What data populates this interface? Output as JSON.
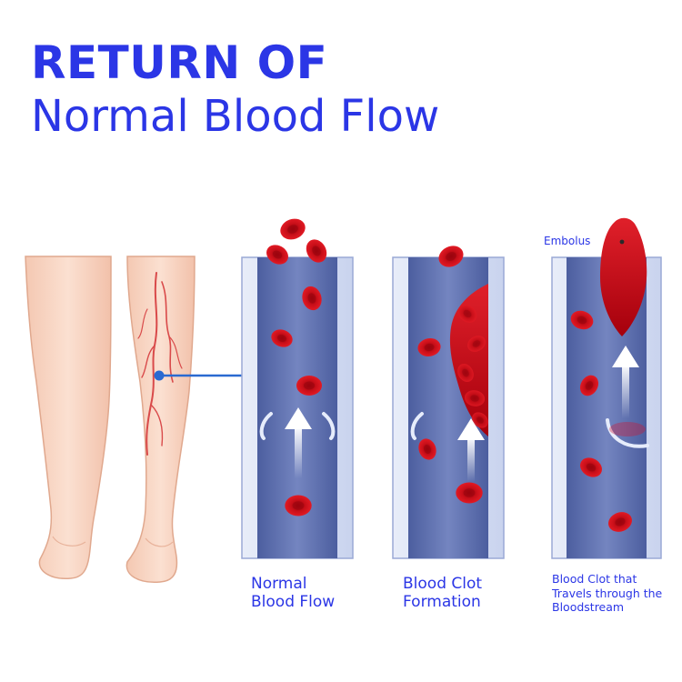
{
  "title": {
    "line1": "RETURN OF",
    "line2": "Normal Blood Flow"
  },
  "panels": [
    {
      "lines": [
        "Normal",
        "Blood Flow"
      ]
    },
    {
      "lines": [
        "Blood Clot",
        "Formation"
      ]
    },
    {
      "lines": [
        "Blood Clot that",
        "Travels through the",
        "Bloodstream"
      ]
    }
  ],
  "annotation": {
    "embolus": "Embolus"
  },
  "colors": {
    "title": "#2b36e6",
    "caption": "#2b36e6",
    "vein_inner": "#5f70ad",
    "vein_wall": "#d6def3",
    "vein_outline": "#8e9fd0",
    "blood_cell": "#d4111b",
    "clot": "#c80c18",
    "skin": "#f9d8c5",
    "skin_outline": "#e0a88e",
    "varicose": "#d94a4a",
    "connector": "#2a6ad1"
  },
  "icons": [
    "leg-pair-illustration",
    "red-blood-cell-icon",
    "flow-arrow-icon",
    "vein-valve-icon",
    "blood-clot-icon",
    "embolus-icon"
  ]
}
